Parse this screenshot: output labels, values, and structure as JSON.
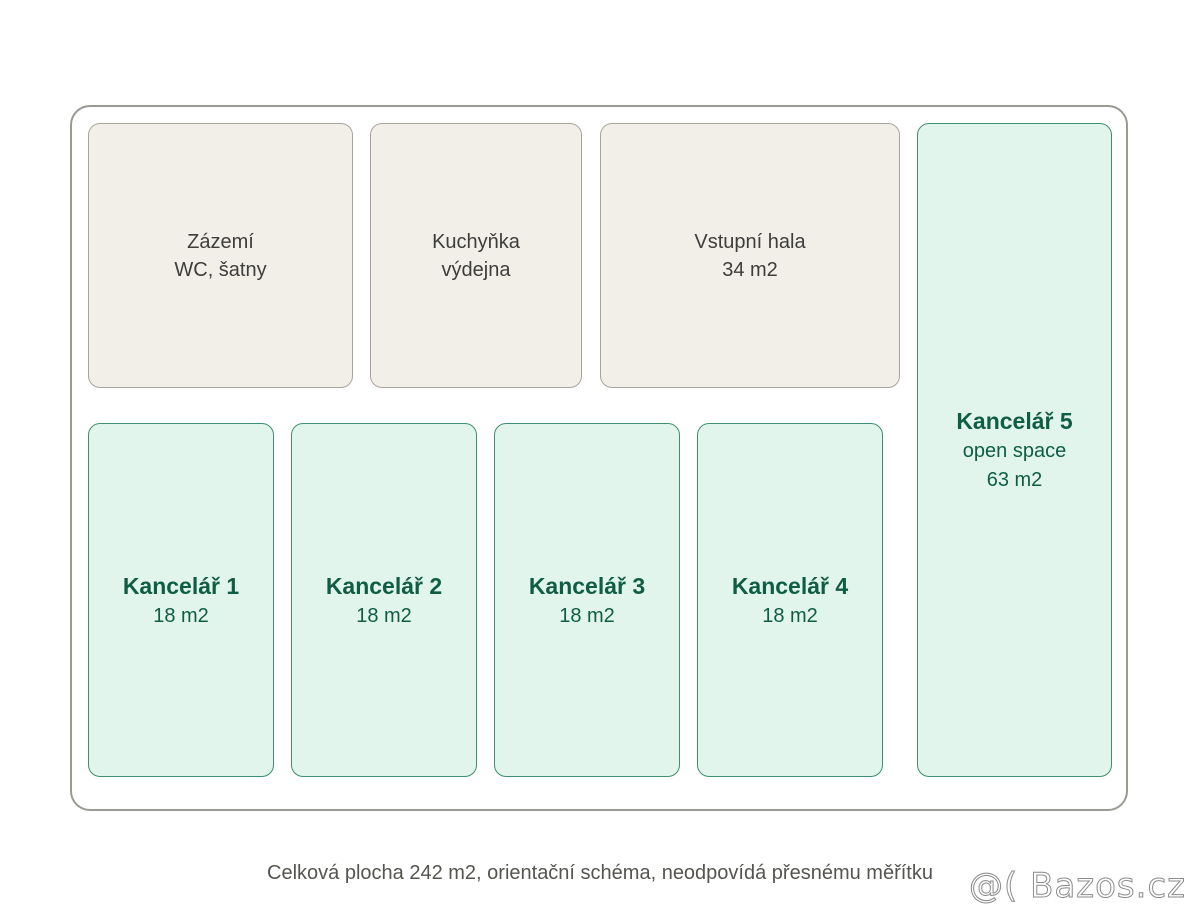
{
  "rooms": {
    "zazemi": {
      "line1": "Zázemí",
      "line2": "WC, šatny"
    },
    "kuchynka": {
      "line1": "Kuchyňka",
      "line2": "výdejna"
    },
    "vstupni_hala": {
      "line1": "Vstupní hala",
      "line2": "34 m2"
    },
    "kancelar1": {
      "name": "Kancelář 1",
      "area": "18 m2"
    },
    "kancelar2": {
      "name": "Kancelář 2",
      "area": "18 m2"
    },
    "kancelar3": {
      "name": "Kancelář 3",
      "area": "18 m2"
    },
    "kancelar4": {
      "name": "Kancelář 4",
      "area": "18 m2"
    },
    "kancelar5": {
      "name": "Kancelář 5",
      "type": "open space",
      "area": "63 m2"
    }
  },
  "caption": "Celková plocha 242 m2, orientační schéma, neodpovídá přesnému měřítku",
  "watermark": "@( Bazos.cz",
  "colors": {
    "service_fill": "#f2efe9",
    "office_fill": "#e1f5ed",
    "office_text": "#0f5d45"
  }
}
